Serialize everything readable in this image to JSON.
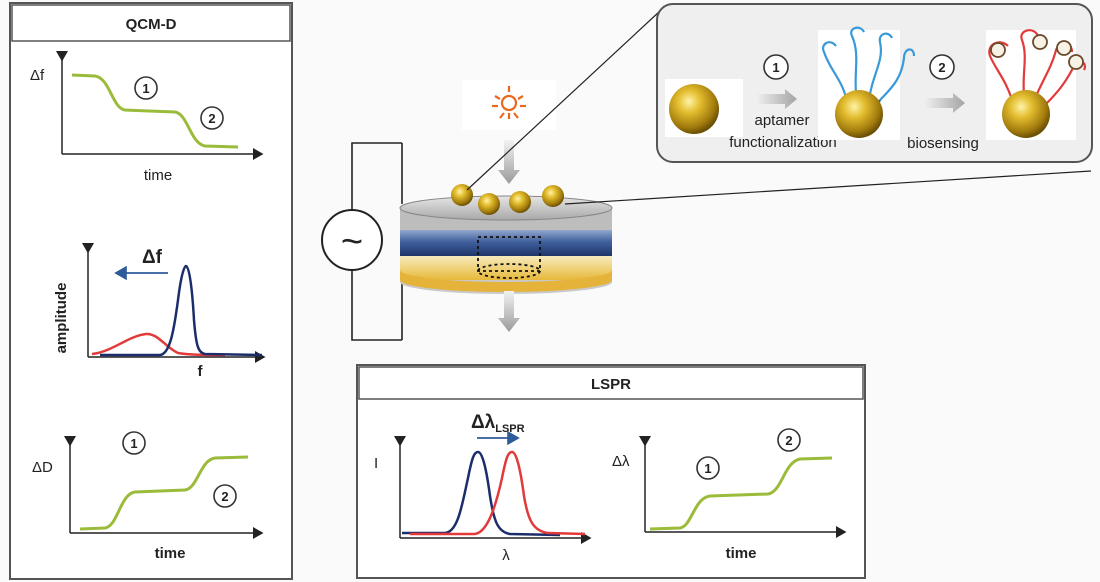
{
  "colors": {
    "green": "#9bbb3a",
    "navy": "#1c2d6b",
    "red": "#e23a3a",
    "blue_strand": "#3a9ad9",
    "gold": "#c9a020",
    "arrow_blue": "#2f5b9a",
    "bulb": "#e8681e"
  },
  "qcmd": {
    "title": "QCM-D",
    "panel1": {
      "ylabel": "Δf",
      "xlabel": "time",
      "step1": "1",
      "step2": "2"
    },
    "panel2": {
      "ylabel": "amplitude",
      "xlabel": "f",
      "shift_label": "Δf"
    },
    "panel3": {
      "ylabel": "ΔD",
      "xlabel": "time",
      "step1": "1",
      "step2": "2"
    }
  },
  "device": {
    "ac_symbol": "~",
    "light_icon": "light-bulb-icon"
  },
  "inset": {
    "step1": "1",
    "step1_label_a": "aptamer",
    "step1_label_b": "functionalization",
    "step2": "2",
    "step2_label": "biosensing"
  },
  "lspr": {
    "title": "LSPR",
    "panel1": {
      "ylabel": "I",
      "xlabel": "λ",
      "shift_label": "Δλ",
      "shift_sub": "LSPR"
    },
    "panel2": {
      "ylabel": "Δλ",
      "xlabel": "time",
      "step1": "1",
      "step2": "2"
    }
  }
}
